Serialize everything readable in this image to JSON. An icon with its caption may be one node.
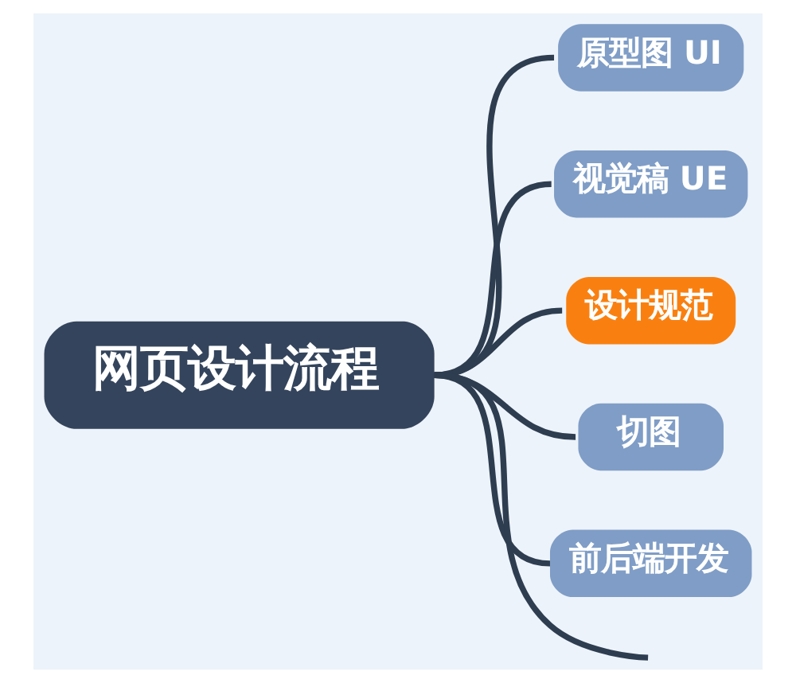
{
  "diagram": {
    "nodes": [
      {
        "text": [
          "网页设计流程"
        ]
      },
      {
        "text": [
          "原型图 UI"
        ]
      },
      {
        "text": [
          "视觉稿 UE"
        ]
      },
      {
        "text": [
          "设计规范"
        ]
      },
      {
        "text": [
          "切图"
        ]
      },
      {
        "text": [
          "前后端开发"
        ]
      }
    ],
    "edges": [
      {
        "from": 0,
        "to": 1,
        "arrow": "none"
      },
      {
        "from": 0,
        "to": 2,
        "arrow": "none"
      },
      {
        "from": 0,
        "to": 3,
        "arrow": "none"
      },
      {
        "from": 0,
        "to": 4,
        "arrow": "none"
      },
      {
        "from": 0,
        "to": 5,
        "arrow": "none"
      },
      {
        "from": 0,
        "to": null,
        "arrow": "none"
      }
    ]
  }
}
